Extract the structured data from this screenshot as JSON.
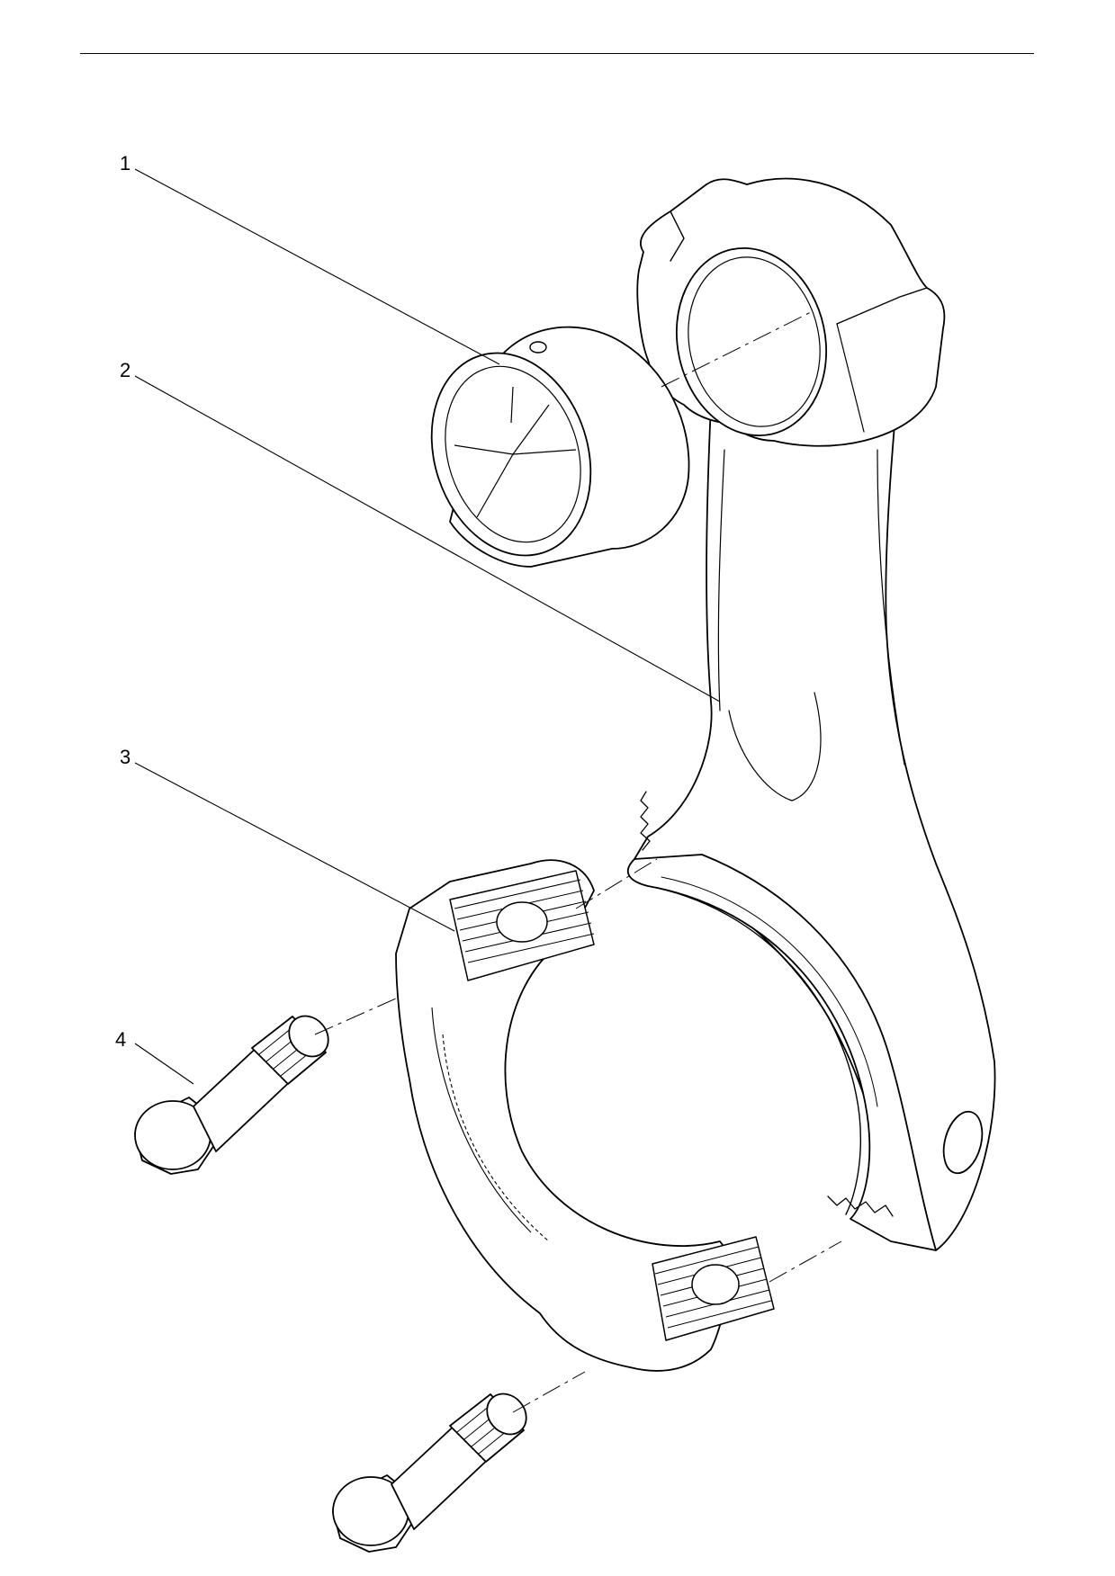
{
  "diagram": {
    "kind": "exploded parts view - connecting rod assembly",
    "line_color": "#000000",
    "background_color": "#ffffff",
    "callouts": [
      {
        "id": "1",
        "label": "1",
        "part": "small-end-bushing"
      },
      {
        "id": "2",
        "label": "2",
        "part": "connecting-rod"
      },
      {
        "id": "3",
        "label": "3",
        "part": "rod-cap"
      },
      {
        "id": "4",
        "label": "4",
        "part": "rod-bolt"
      }
    ]
  }
}
